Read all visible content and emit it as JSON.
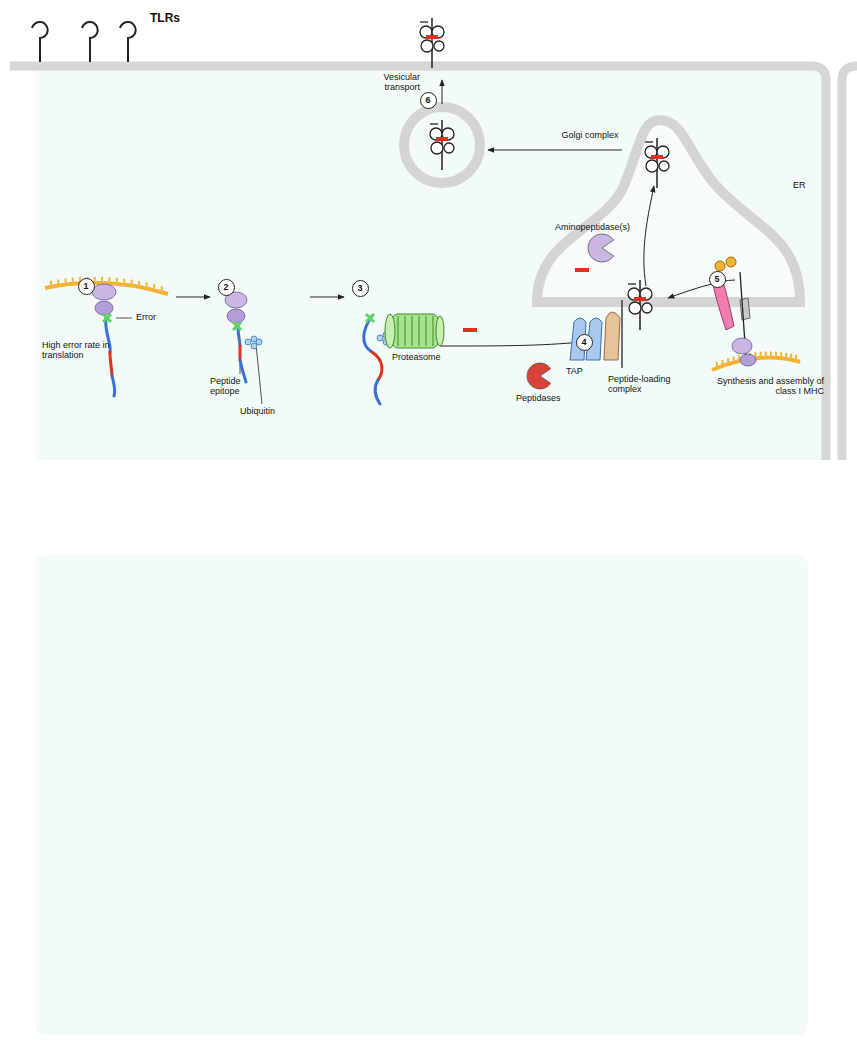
{
  "diagram": {
    "nodes": [
      {
        "text": [
          "1"
        ]
      },
      {
        "text": [
          "2"
        ]
      },
      {
        "text": [
          "3"
        ]
      },
      {
        "text": [
          "4"
        ]
      },
      {
        "text": [
          "5"
        ]
      },
      {
        "text": [
          "6"
        ]
      }
    ],
    "labels": [
      "TLRs",
      "Vesicular transport",
      "Golgi complex",
      "ER",
      "Aminopeptidase(s)",
      "Error",
      "High error rate in translation",
      "Peptide epitope",
      "Ubiquitin",
      "Proteasome",
      "Peptidases",
      "TAP",
      "Peptide-loading complex",
      "Synthesis and assembly of class I MHC"
    ]
  }
}
